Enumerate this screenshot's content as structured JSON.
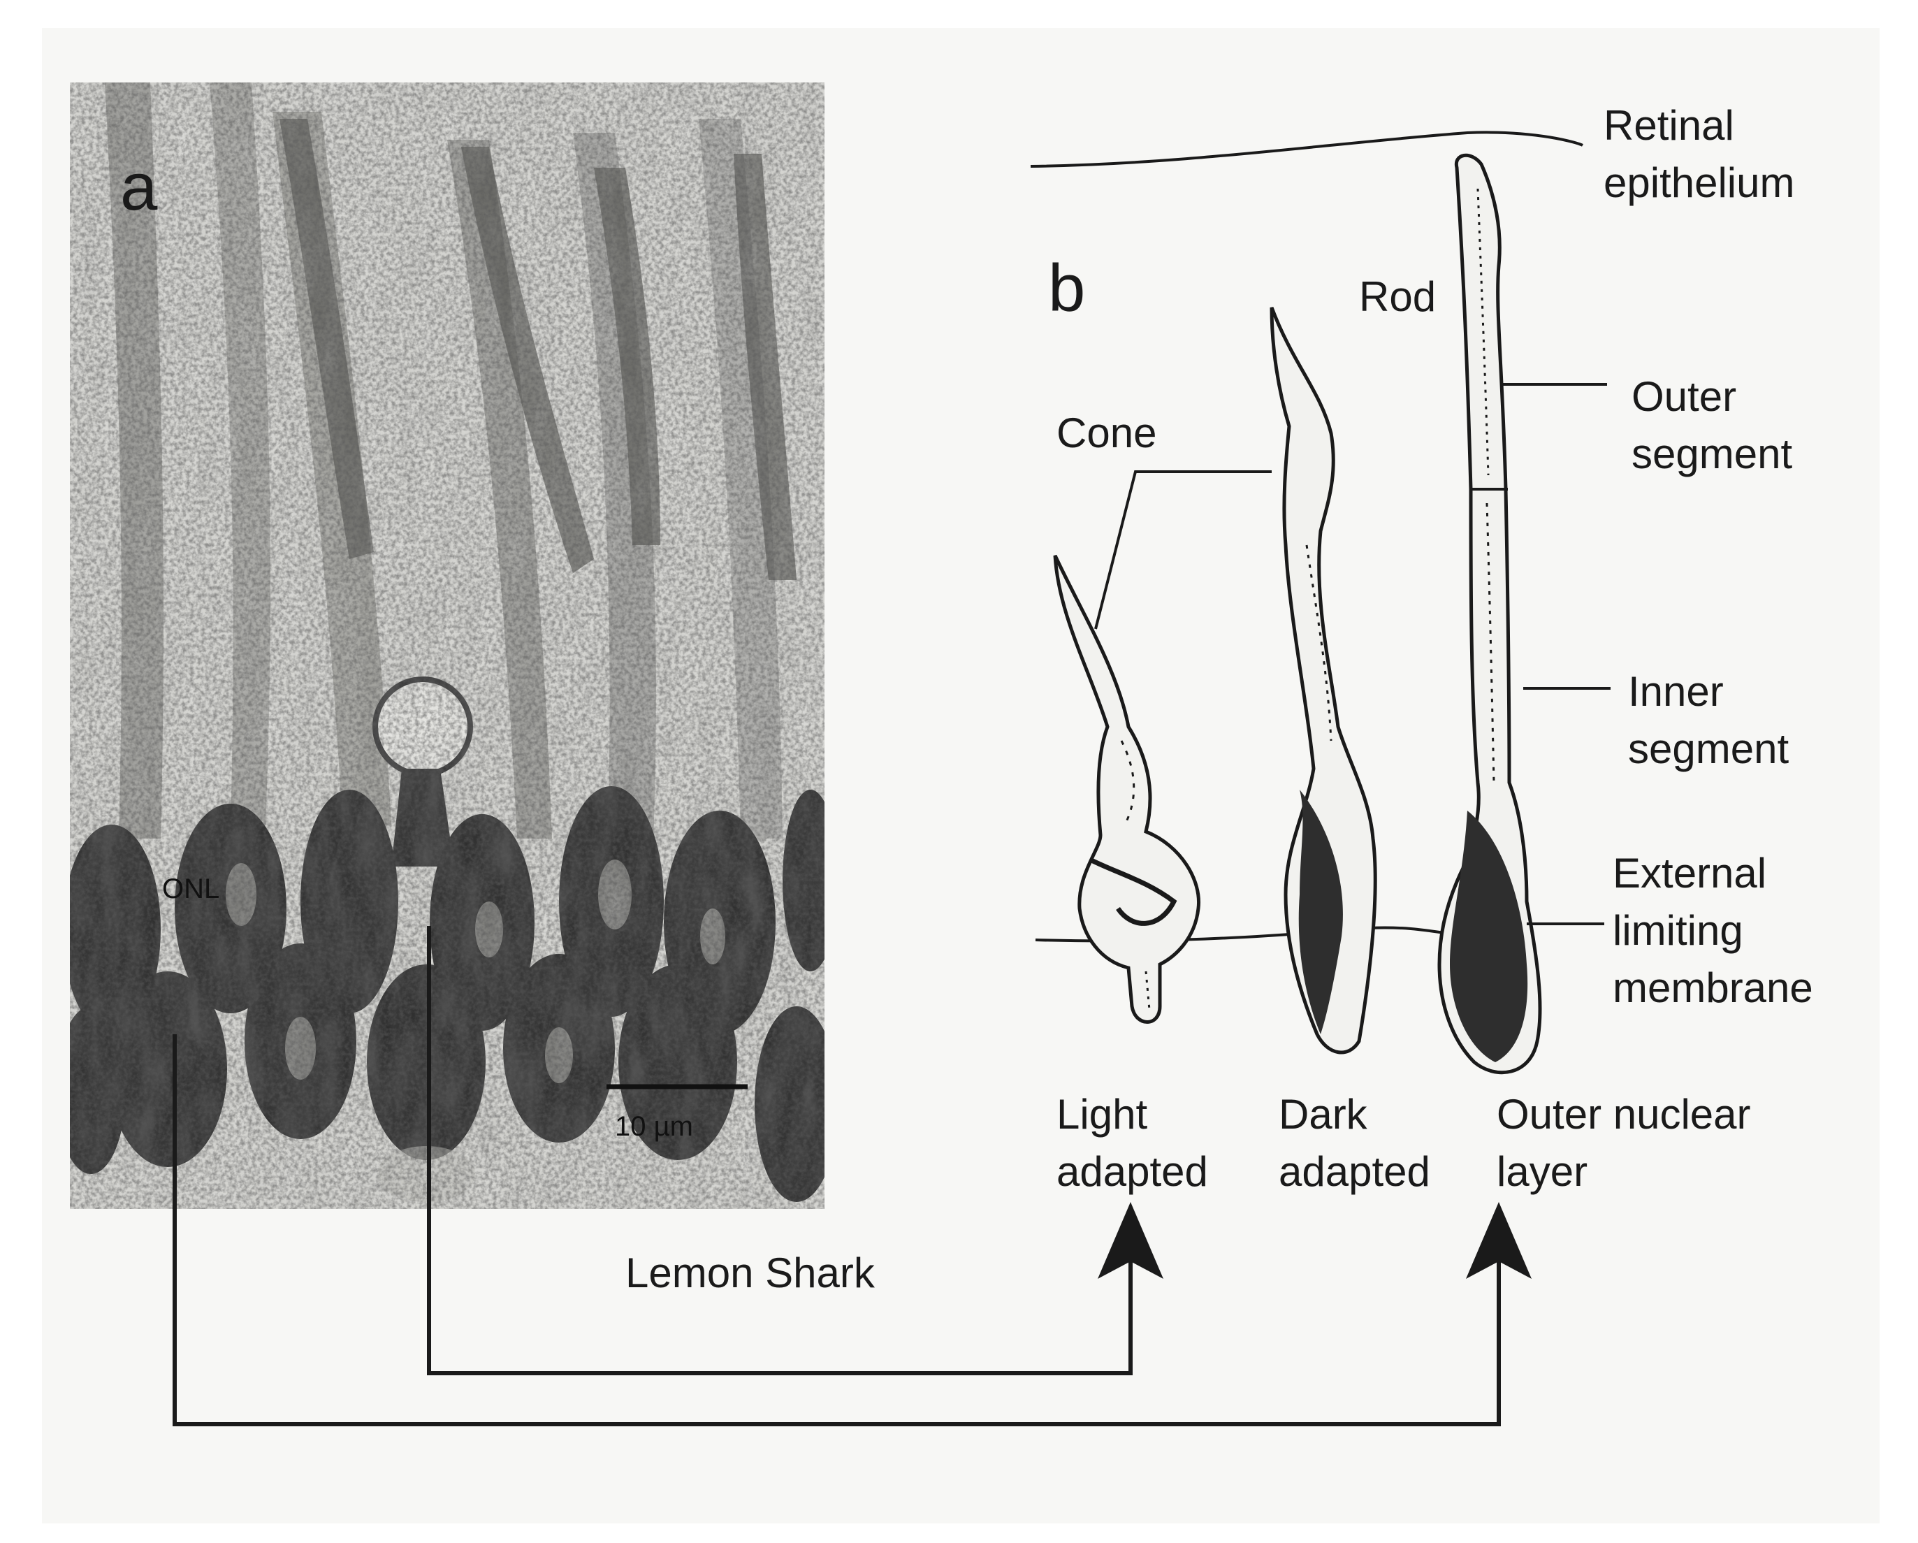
{
  "panel_a": {
    "letter": "a",
    "onl_label": "ONL",
    "scale_bar": "10 µm"
  },
  "panel_b": {
    "letter": "b",
    "labels": {
      "retinal_epithelium": [
        "Retinal",
        "epithelium"
      ],
      "rod": "Rod",
      "cone": "Cone",
      "outer_segment": [
        "Outer",
        "segment"
      ],
      "inner_segment": [
        "Inner",
        "segment"
      ],
      "external_limiting_membrane": [
        "External",
        "limiting",
        "membrane"
      ],
      "light_adapted": [
        "Light",
        "adapted"
      ],
      "dark_adapted": [
        "Dark",
        "adapted"
      ],
      "outer_nuclear_layer": [
        "Outer nuclear",
        "layer"
      ]
    }
  },
  "caption": "Lemon Shark",
  "colors": {
    "ink": "#1a1a1a",
    "paper": "#ffffff",
    "panel_background": "#f7f7f5",
    "micrograph_light": "#d6d6d2",
    "micrograph_dark": "#2b2b2b"
  }
}
